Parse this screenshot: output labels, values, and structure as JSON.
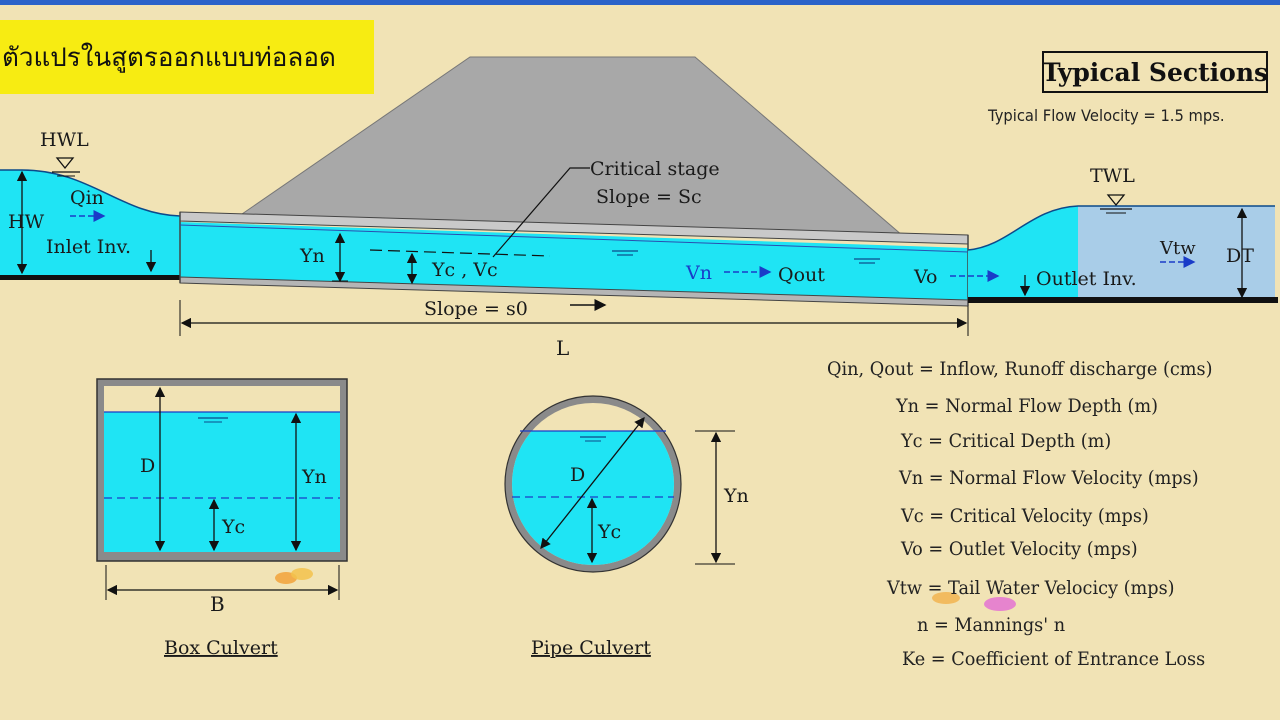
{
  "banner": {
    "thai_title": "ตัวแปรในสูตรออกแบบท่อลอด"
  },
  "header": {
    "title": "Typical Sections",
    "subtitle": "Typical Flow Velocity = 1.5 mps."
  },
  "profile": {
    "hwl": "HWL",
    "hw": "HW",
    "qin": "Qin",
    "inlet_inv": "Inlet Inv.",
    "critical_stage": "Critical stage",
    "slope_sc": "Slope = Sc",
    "yn": "Yn",
    "yc_vc": "Yc , Vc",
    "vn": "Vn",
    "qout": "Qout",
    "vo": "Vo",
    "slope_s0": "Slope = s0",
    "length": "L",
    "twl": "TWL",
    "vtw": "Vtw",
    "dt": "DT",
    "outlet_inv": "Outlet Inv."
  },
  "box_culvert": {
    "caption": "Box Culvert",
    "d": "D",
    "yn": "Yn",
    "yc": "Yc",
    "b": "B"
  },
  "pipe_culvert": {
    "caption": "Pipe Culvert",
    "d": "D",
    "yc": "Yc",
    "yn": "Yn"
  },
  "legend": [
    "Qin, Qout = Inflow, Runoff discharge (cms)",
    "Yn =  Normal Flow Depth (m)",
    "Yc = Critical Depth (m)",
    "Vn =  Normal Flow Velocity (mps)",
    "Vc = Critical Velocity (mps)",
    "Vo = Outlet Velocity (mps)",
    "Vtw = Tail Water Velocicy (mps)",
    "n = Mannings' n",
    "Ke = Coefficient of Entrance Loss"
  ],
  "colors": {
    "water": "#1fe4f4",
    "tailwater": "#a9cde8",
    "embankment": "#a8a8a8",
    "banner": "#f7ec12",
    "background": "#f1e3b5"
  }
}
